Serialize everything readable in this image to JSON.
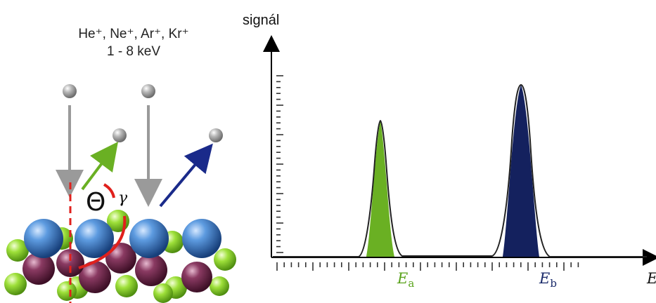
{
  "scheme": {
    "ion_species": "He⁺, Ne⁺, Ar⁺, Kr⁺",
    "ion_energy": "1 - 8 keV",
    "angle_theta": "Θ",
    "angle_gamma": "γ"
  },
  "spectrum": {
    "y_label": "signál",
    "x_label": "E",
    "peak_a_label": "E",
    "peak_a_sub": "a",
    "peak_b_label": "E",
    "peak_b_sub": "b"
  },
  "colors": {
    "peak_a": "#6ab023",
    "peak_b": "#14215e",
    "ion_beam": "#9a9a9a",
    "scatter_a": "#6ab023",
    "scatter_b": "#1a2a8a",
    "surface_normal": "#e0201c",
    "atom_blue": "#2f6db5",
    "atom_purple": "#6b2448",
    "atom_green": "#8fd12a"
  }
}
